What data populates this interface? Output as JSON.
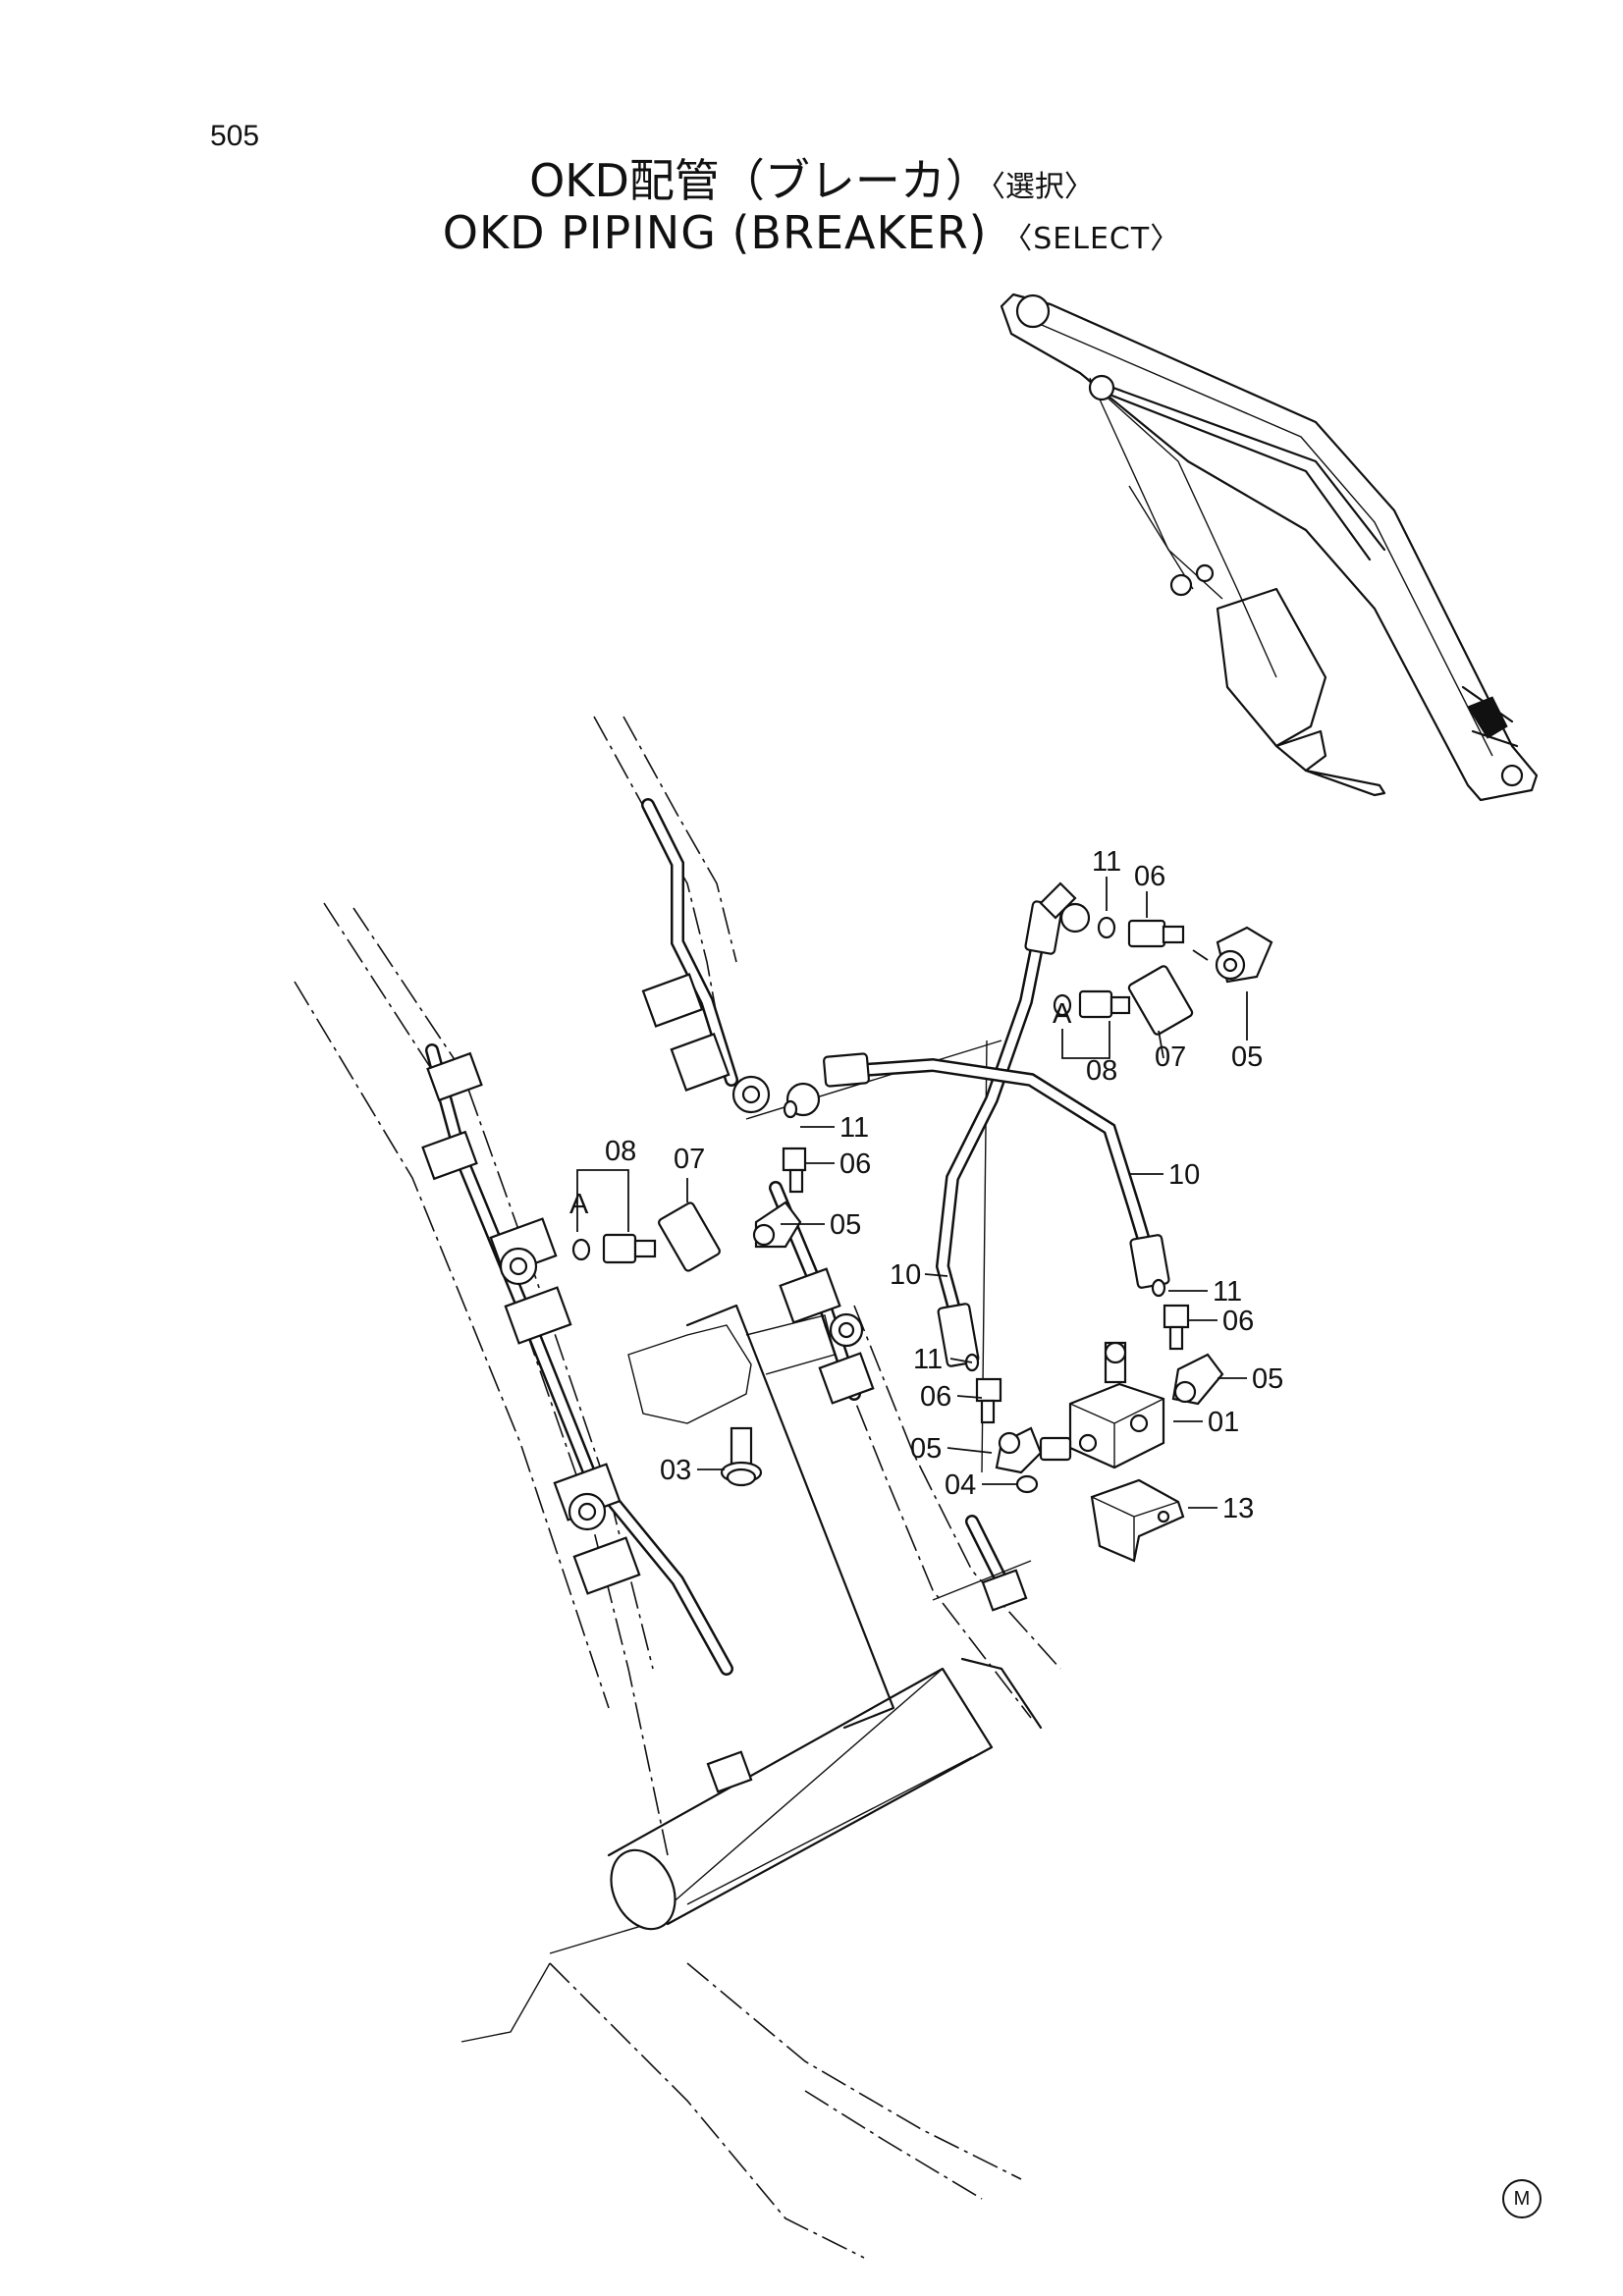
{
  "page_number": "505",
  "title_jp": {
    "main": "OKD配管（ブレーカ）",
    "select": "〈選択〉"
  },
  "title_en": {
    "main": "OKD PIPING (BREAKER)",
    "select": "〈SELECT〉"
  },
  "callouts": {
    "c11_top": "11",
    "c06_top": "06",
    "cA_top": "A",
    "c08_top": "08",
    "c07_top": "07",
    "c05_top": "05",
    "c11_mid": "11",
    "c06_mid": "06",
    "c05_mid": "05",
    "c08_left": "08",
    "c07_left": "07",
    "cA_left": "A",
    "c10_right": "10",
    "c10_left": "10",
    "c11_r": "11",
    "c06_r": "06",
    "c05_r": "05",
    "c01": "01",
    "c11_l": "11",
    "c06_l": "06",
    "c05_l": "05",
    "c04": "04",
    "c03": "03",
    "c13": "13"
  },
  "corner_mark": "M"
}
